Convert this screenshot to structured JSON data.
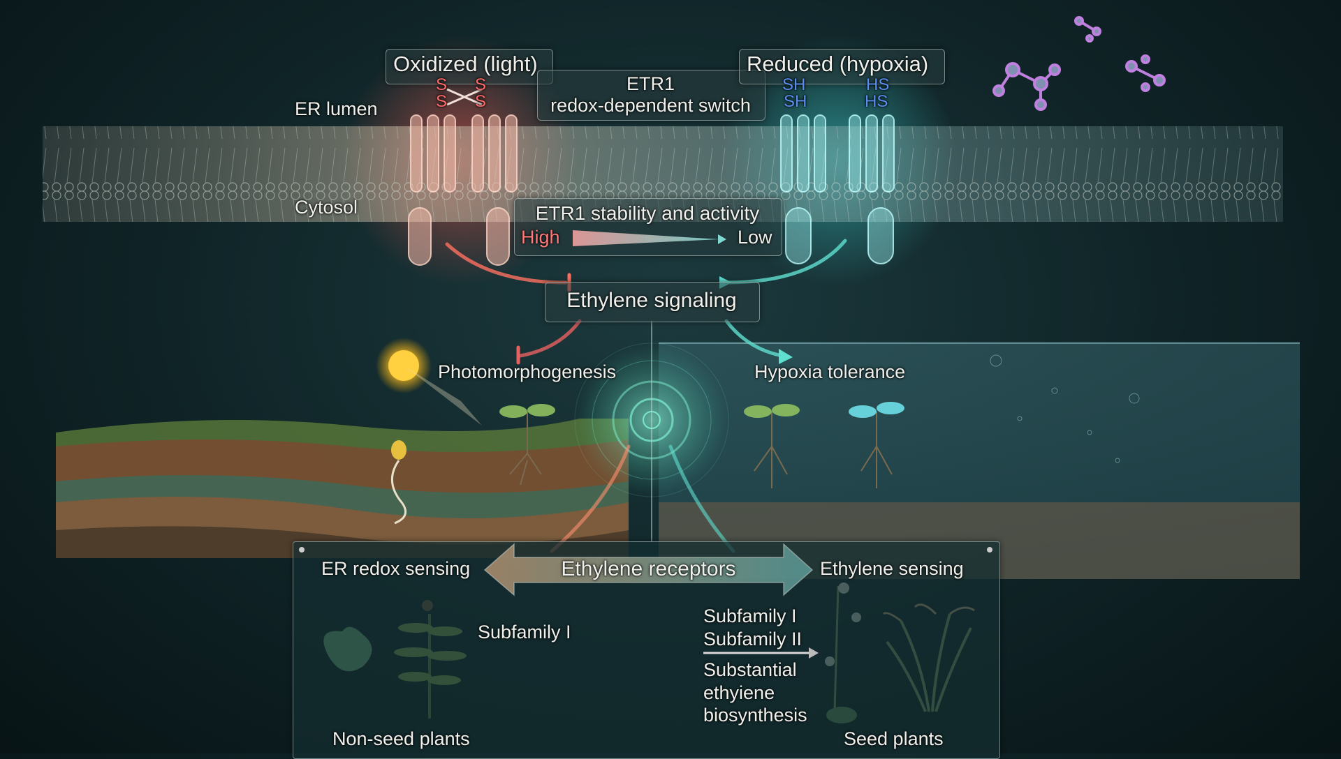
{
  "header": {
    "oxidized_label": "Oxidized (light)",
    "reduced_label": "Reduced (hypoxia)",
    "switch_title": "ETR1",
    "switch_subtitle": "redox-dependent switch"
  },
  "compartments": {
    "er_lumen": "ER lumen",
    "cytosol": "Cytosol"
  },
  "disulfide": {
    "s1": "S",
    "s2": "S",
    "s3": "S",
    "s4": "S"
  },
  "thiol": {
    "sh1": "SH",
    "sh2": "SH",
    "hs1": "HS",
    "hs2": "HS"
  },
  "stability": {
    "title": "ETR1 stability and activity",
    "high": "High",
    "low": "Low"
  },
  "signaling": {
    "label": "Ethylene signaling",
    "photomorphogenesis": "Photomorphogenesis",
    "hypoxia_tolerance": "Hypoxia tolerance"
  },
  "receptors_panel": {
    "arrow_label": "Ethylene receptors",
    "left_label": "ER redox sensing",
    "right_label": "Ethylene sensing",
    "left_subfamily": "Subfamily I",
    "right_subfamily_1": "Subfamily I",
    "right_subfamily_2": "Subfamily II",
    "biosynthesis_1": "Substantial",
    "biosynthesis_2": "ethyiene",
    "biosynthesis_3": "biosynthesis",
    "non_seed": "Non-seed plants",
    "seed": "Seed plants"
  },
  "colors": {
    "oxidized": "#e8605a",
    "reduced": "#5fd6d2",
    "thiol_text": "#4a7de0",
    "panel_border": "#b8c8c4"
  }
}
